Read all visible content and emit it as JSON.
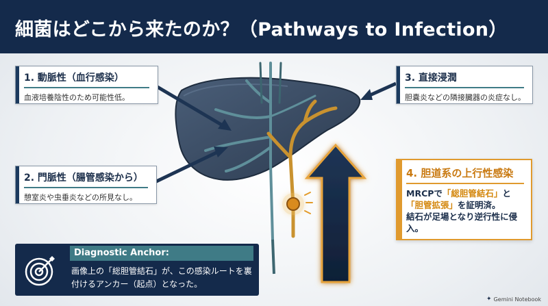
{
  "header": {
    "title": "細菌はどこから来たのか？（Pathways to Infection）"
  },
  "boxes": {
    "arterial": {
      "title": "1. 動脈性（血行感染）",
      "desc": "血液培養陰性のため可能性低。"
    },
    "portal": {
      "title": "2. 門脈性（腸管感染から）",
      "desc": "憩室炎や虫垂炎などの所見なし。"
    },
    "direct": {
      "title": "3. 直接浸潤",
      "desc": "胆嚢炎などの隣接臓器の炎症なし。"
    },
    "ascending": {
      "title": "4. 胆道系の上行性感染",
      "line1_a": "MRCPで",
      "line1_hl": "「総胆管結石」",
      "line1_b": "と",
      "line2_hl": "「胆管拡張」",
      "line2_b": "を証明済。",
      "line3": "結石が足場となり逆行性に侵入。"
    }
  },
  "anchor": {
    "label": "Diagnostic Anchor:",
    "text": "画像上の「総胆管結石」が、この感染ルートを裏付けるアンカー（起点）となった。",
    "icon": "target-icon"
  },
  "footer": {
    "text": "Gemini Notebook",
    "icon": "sparkle-icon"
  },
  "colors": {
    "navy": "#142a4b",
    "teal": "#3f7b86",
    "orange": "#e09a2e",
    "liver": "#3b4f68"
  }
}
